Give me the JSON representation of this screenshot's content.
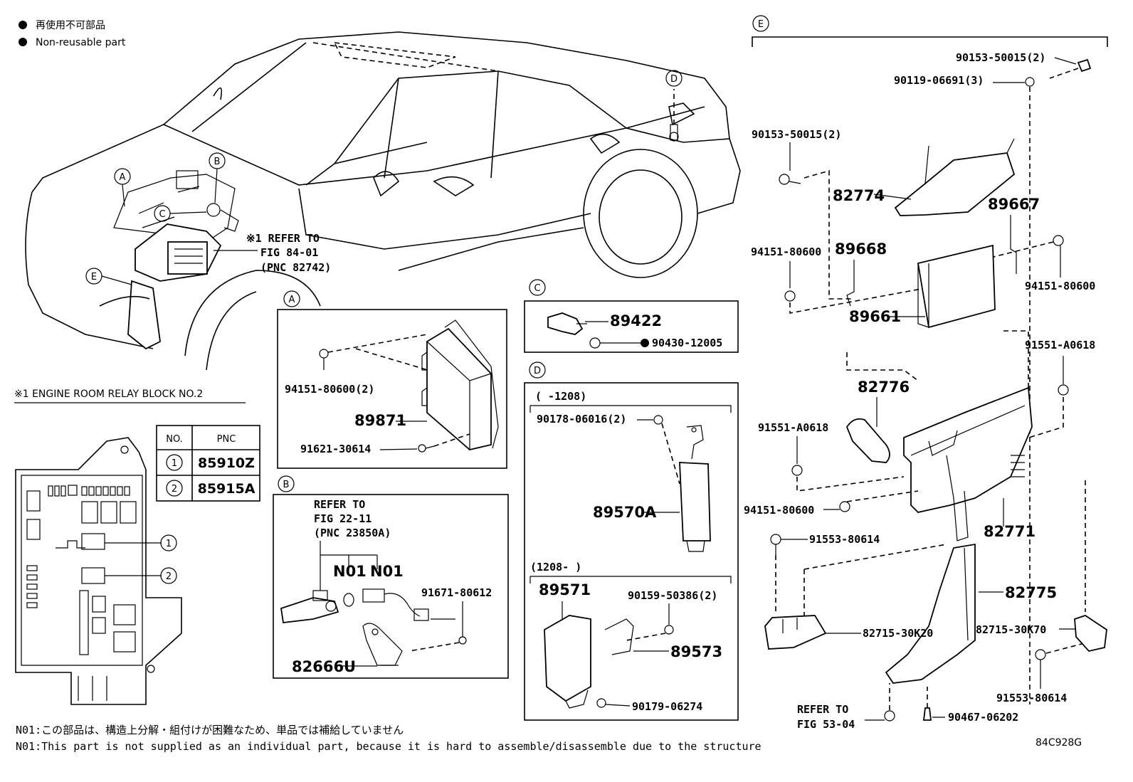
{
  "legend": {
    "jp": "再使用不可部品",
    "en": "Non-reusable part"
  },
  "section_letters": {
    "A": "A",
    "B": "B",
    "C": "C",
    "D": "D",
    "E": "E"
  },
  "car": {
    "refer_1": "※1 REFER TO",
    "refer_2": "FIG 84-01",
    "refer_3": "(PNC 82742)"
  },
  "relay": {
    "title": "※1 ENGINE ROOM RELAY BLOCK NO.2",
    "col_no": "NO.",
    "col_pnc": "PNC",
    "rows": [
      {
        "no": "1",
        "pnc": "85910Z"
      },
      {
        "no": "2",
        "pnc": "85915A"
      }
    ]
  },
  "box_a": {
    "p1": "94151-80600(2)",
    "p2": "89871",
    "p3": "91621-30614"
  },
  "box_b": {
    "ref1": "REFER TO",
    "ref2": "FIG 22-11",
    "ref3": "(PNC 23850A)",
    "n1": "N01",
    "n2": "N01",
    "p1": "91671-80612",
    "p2": "82666U"
  },
  "box_c": {
    "p1": "89422",
    "p2": "90430-12005"
  },
  "box_d": {
    "range1": "(    -1208)",
    "p1": "90178-06016(2)",
    "p2": "89570A",
    "range2": "(1208-    )",
    "p3": "89571",
    "p4": "90159-50386(2)",
    "p5": "89573",
    "p6": "90179-06274"
  },
  "box_e": {
    "p1": "90153-50015(2)",
    "p2": "90119-06691(3)",
    "p3": "90153-50015(2)",
    "p4": "82774",
    "p5": "89667",
    "p6": "94151-80600",
    "p7": "89668",
    "p8": "94151-80600",
    "p9": "89661",
    "p10": "91551-A0618",
    "p11": "82776",
    "p12": "91551-A0618",
    "p13": "94151-80600",
    "p14": "91553-80614",
    "p15": "82771",
    "p16": "82775",
    "p17": "82715-30K20",
    "p18": "82715-30K70",
    "p19": "91553-80614",
    "ref1": "REFER TO",
    "ref2": "FIG 53-04",
    "p20": "90467-06202"
  },
  "footer": {
    "note_jp": "N01:この部品は、構造上分解・組付けが困難なため、単品では補給していません",
    "note_en": "N01:This part is not supplied as an individual part, because it is hard to assemble/disassemble due to the structure",
    "code": "84C928G"
  }
}
